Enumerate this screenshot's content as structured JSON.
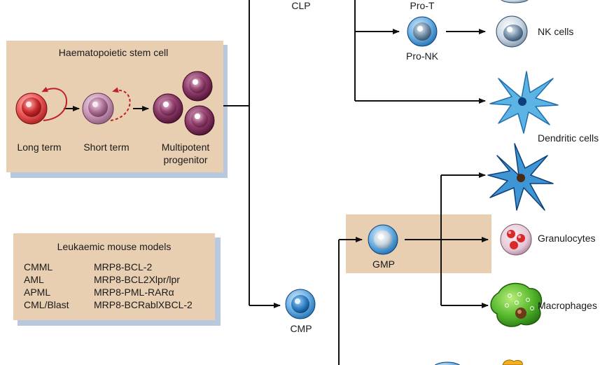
{
  "diagram": {
    "hsc_box": {
      "title": "Haematopoietic stem cell",
      "long_term": "Long term",
      "short_term": "Short term",
      "multipotent_line1": "Multipotent",
      "multipotent_line2": "progenitor"
    },
    "lineage_labels": {
      "clp": "CLP",
      "pro_t": "Pro-T",
      "pro_nk": "Pro-NK",
      "nk_cells": "NK cells",
      "dendritic_cells": "Dendritic cells",
      "gmp": "GMP",
      "granulocytes": "Granulocytes",
      "macrophages": "Macrophages",
      "cmp": "CMP"
    },
    "models_box": {
      "title": "Leukaemic mouse models",
      "rows": [
        {
          "disease": "CMML",
          "model": "MRP8-BCL-2"
        },
        {
          "disease": "AML",
          "model": "MRP8-BCL2Xlpr/lpr"
        },
        {
          "disease": "APML",
          "model": "MRP8-PML-RARα"
        },
        {
          "disease": "CML/Blast",
          "model": "MRP8-BCRablXBCL-2"
        }
      ]
    },
    "colors": {
      "box_fill": "#e8cfb2",
      "box_shadow": "#b8c8de",
      "line": "#111111",
      "cell_blue": "#3a8fd0",
      "cell_red": "#d93a3a",
      "cell_purple": "#7a2a55"
    }
  }
}
